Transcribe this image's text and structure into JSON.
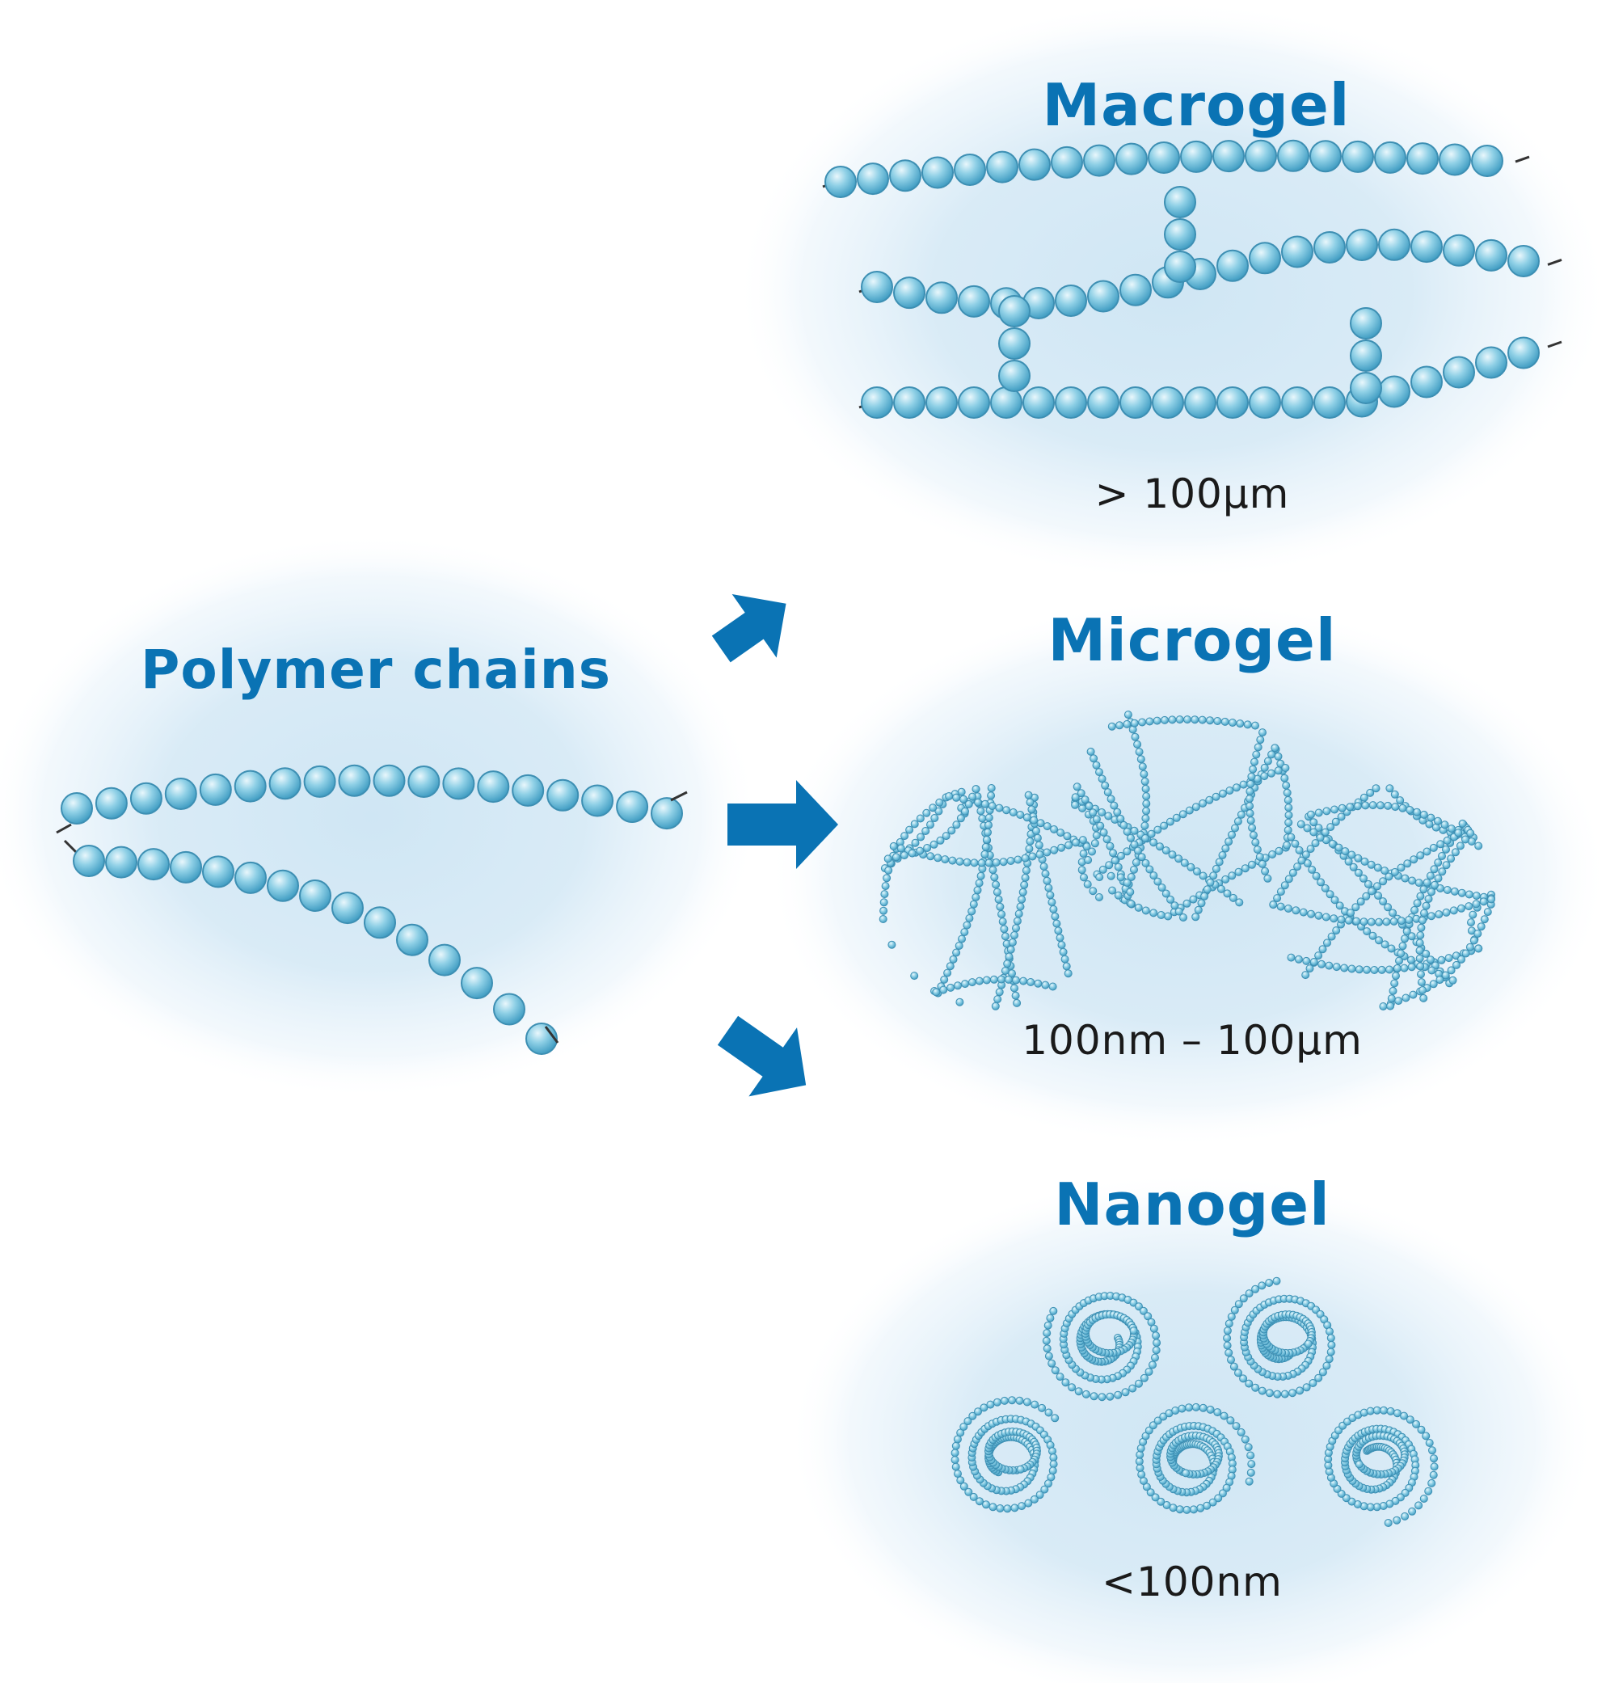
{
  "figure": {
    "macrogel": {
      "title": "Macrogel",
      "size_label": "> 100µm"
    },
    "polymer_chains": {
      "title": "Polymer chains"
    },
    "microgel": {
      "title": "Microgel",
      "size_label": "100nm – 100µm"
    },
    "nanogel": {
      "title": "Nanogel",
      "size_label": "<100nm"
    }
  },
  "colors": {
    "title_blue": "#0a73b4",
    "arrow_blue": "#0a73b4",
    "bead_fill": "#7fc6de",
    "bead_stroke": "#3d8fb3",
    "halo": "#cfe6f4",
    "size_text": "#1a1a1a"
  }
}
